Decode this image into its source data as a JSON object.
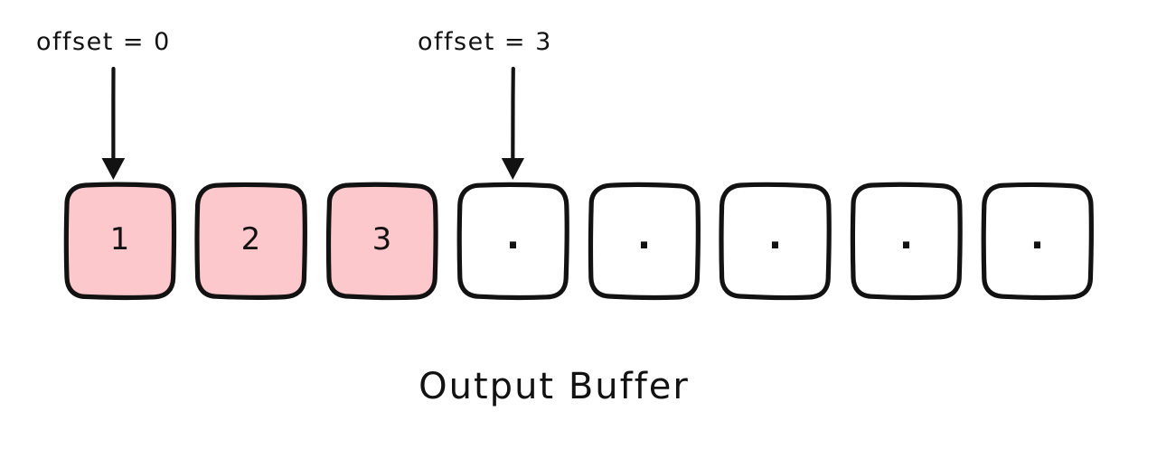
{
  "diagram": {
    "caption": "Output Buffer",
    "background_color": "#ffffff",
    "ink_color": "#121212",
    "filled_color": "#fcc8cb",
    "empty_color": "#ffffff",
    "annotations": [
      {
        "label": "offset = 0",
        "target_cell_index": 0
      },
      {
        "label": "offset = 3",
        "target_cell_index": 3
      }
    ],
    "cells": [
      {
        "value": "1",
        "filled": true
      },
      {
        "value": "2",
        "filled": true
      },
      {
        "value": "3",
        "filled": true
      },
      {
        "value": ".",
        "filled": false
      },
      {
        "value": ".",
        "filled": false
      },
      {
        "value": ".",
        "filled": false
      },
      {
        "value": ".",
        "filled": false
      },
      {
        "value": ".",
        "filled": false
      }
    ]
  }
}
